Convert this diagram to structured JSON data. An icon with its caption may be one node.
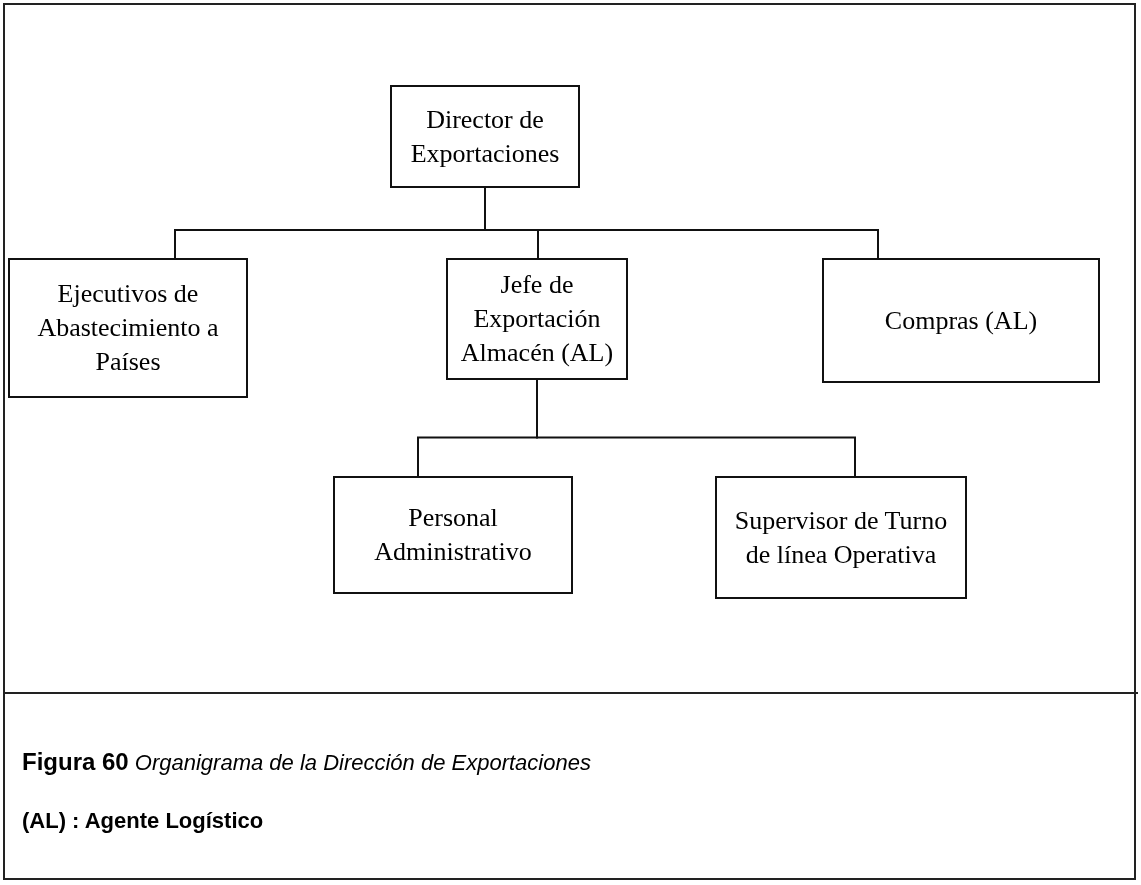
{
  "diagram": {
    "caption": "**Figura 60** *Organigrama de la Dirección de Exportaciones*",
    "nodes": [
      {
        "text": [
          "Director de Exportaciones"
        ]
      },
      {
        "text": [
          "Ejecutivos de Abastecimiento a Países"
        ]
      },
      {
        "text": [
          "Jefe de Exportación Almacén (AL)"
        ]
      },
      {
        "text": [
          "Compras (AL)"
        ]
      },
      {
        "text": [
          "Personal Administrativo"
        ]
      },
      {
        "text": [
          "Supervisor de Turno de línea Operativa"
        ]
      }
    ],
    "edges": [
      {
        "from": 0,
        "to": 1,
        "arrow": "none"
      },
      {
        "from": 0,
        "to": 2,
        "arrow": "none"
      },
      {
        "from": 0,
        "to": 3,
        "arrow": "none"
      },
      {
        "from": 2,
        "to": 4,
        "arrow": "none"
      },
      {
        "from": 2,
        "to": 5,
        "arrow": "none"
      }
    ],
    "labels": [
      "(AL) : Agente Logístico"
    ]
  }
}
